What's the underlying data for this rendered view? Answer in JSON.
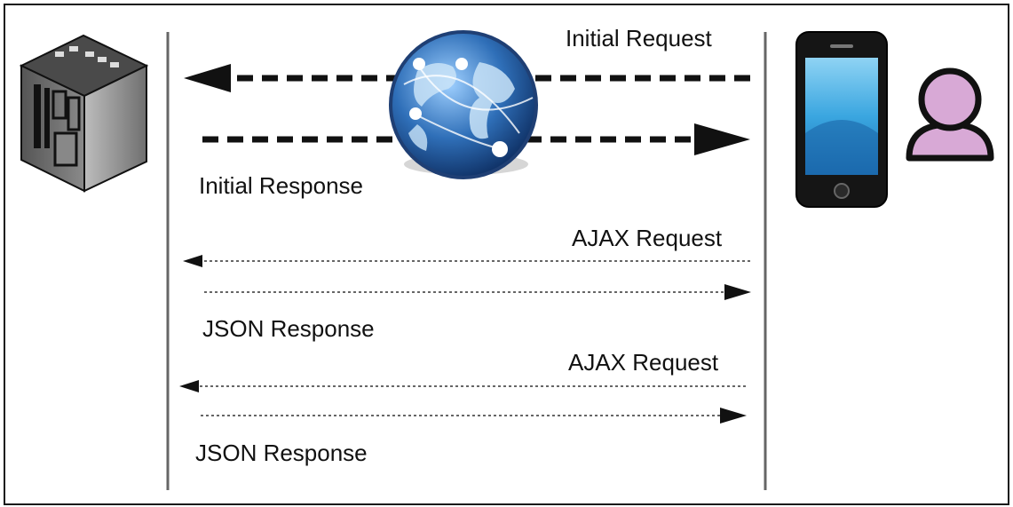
{
  "labels": {
    "initial_request": "Initial Request",
    "initial_response": "Initial Response",
    "ajax_request_1": "AJAX Request",
    "json_response_1": "JSON Response",
    "ajax_request_2": "AJAX Request",
    "json_response_2": "JSON Response"
  },
  "icons": {
    "server": "server-icon",
    "globe": "globe-icon",
    "phone": "smartphone-icon",
    "user": "user-icon"
  },
  "colors": {
    "line": "#111111",
    "user_fill": "#d8a9d6",
    "globe_blue": "#2f6fb8",
    "phone_screen": "#3aa6e0"
  }
}
